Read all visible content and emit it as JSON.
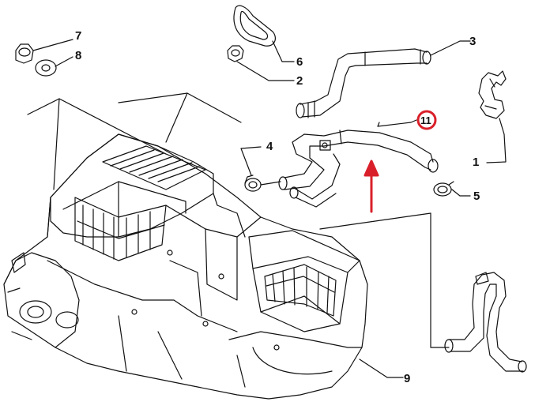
{
  "diagram": {
    "callouts": [
      {
        "id": "c1",
        "number": "1"
      },
      {
        "id": "c2",
        "number": "2"
      },
      {
        "id": "c3",
        "number": "3"
      },
      {
        "id": "c4",
        "number": "4"
      },
      {
        "id": "c5",
        "number": "5"
      },
      {
        "id": "c6",
        "number": "6"
      },
      {
        "id": "c7",
        "number": "7"
      },
      {
        "id": "c8",
        "number": "8"
      },
      {
        "id": "c9",
        "number": "9"
      },
      {
        "id": "c11",
        "number": "11"
      }
    ],
    "colors": {
      "line": "#111111",
      "highlight": "#d9202a",
      "arrow": "#d9202a",
      "background": "#ffffff"
    }
  }
}
